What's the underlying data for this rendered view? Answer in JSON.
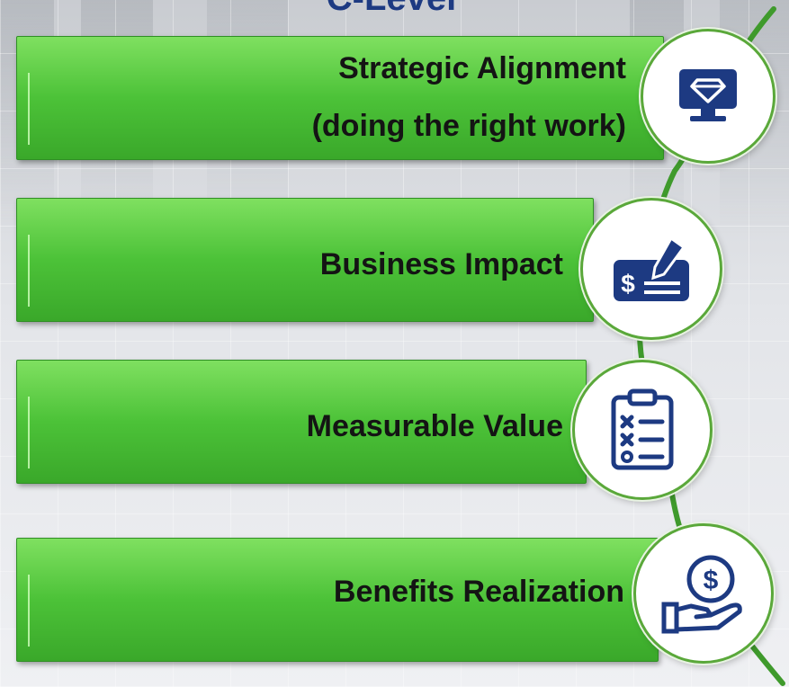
{
  "title": "C-Level",
  "colors": {
    "title": "#1d3a82",
    "bar_green": "#4cc238",
    "icon_navy": "#1d3a82",
    "vine_green": "#3f9a2c"
  },
  "items": [
    {
      "lines": [
        "Strategic Alignment",
        "(doing the right work)"
      ],
      "icon": "diamond-monitor-icon"
    },
    {
      "lines": [
        "Business Impact"
      ],
      "icon": "check-signing-icon"
    },
    {
      "lines": [
        "Measurable Value"
      ],
      "icon": "clipboard-checklist-icon"
    },
    {
      "lines": [
        "Benefits Realization"
      ],
      "icon": "hand-coin-icon"
    }
  ]
}
